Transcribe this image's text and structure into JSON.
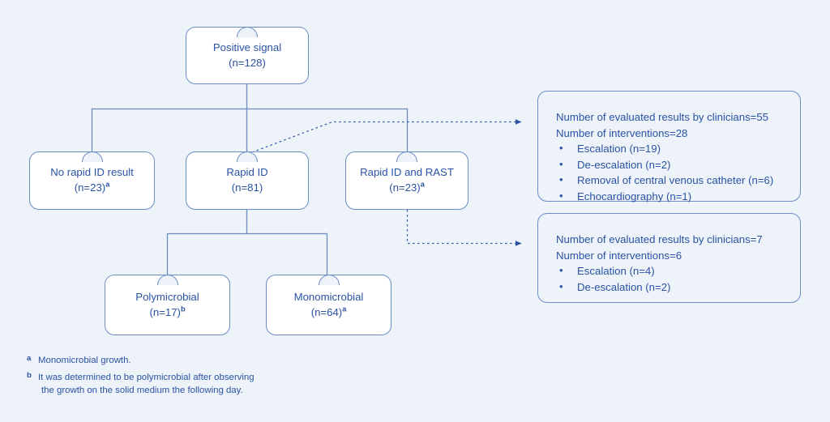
{
  "theme": {
    "background": "#edf3f8",
    "node_fill": "#ffffff",
    "border": "#6a8ec4",
    "text": "#2a52a5"
  },
  "nodes": {
    "root": {
      "line1": "Positive signal",
      "line2": "(n=128)"
    },
    "no_rapid_id": {
      "line1": "No rapid ID result",
      "line2": "(n=23)",
      "superscript": "a"
    },
    "rapid_id": {
      "line1": "Rapid ID",
      "line2": "(n=81)"
    },
    "rapid_id_rast": {
      "line1": "Rapid ID and RAST",
      "line2": "(n=23)",
      "superscript": "a"
    },
    "polymicrobial": {
      "line1": "Polymicrobial",
      "line2": "(n=17)",
      "superscript": "b"
    },
    "monomicrobial": {
      "line1": "Monomicrobial",
      "line2": "(n=64)",
      "superscript": "a"
    }
  },
  "panels": [
    {
      "id": "panel-rapid-id",
      "header1": "Number of evaluated results by clinicians=55",
      "header2": "Number of interventions=28",
      "items": [
        "Escalation (n=19)",
        "De-escalation (n=2)",
        "Removal of central venous catheter (n=6)",
        "Echocardiography (n=1)"
      ]
    },
    {
      "id": "panel-rapid-id-rast",
      "header1": "Number of evaluated results by clinicians=7",
      "header2": "Number of interventions=6",
      "items": [
        "Escalation (n=4)",
        "De-escalation (n=2)"
      ]
    }
  ],
  "footnotes": [
    {
      "mark": "a",
      "line1": "Monomicrobial growth.",
      "line2": ""
    },
    {
      "mark": "b",
      "line1": "It was determined to be polymicrobial after observing",
      "line2": "the growth on the solid medium the following day."
    }
  ]
}
